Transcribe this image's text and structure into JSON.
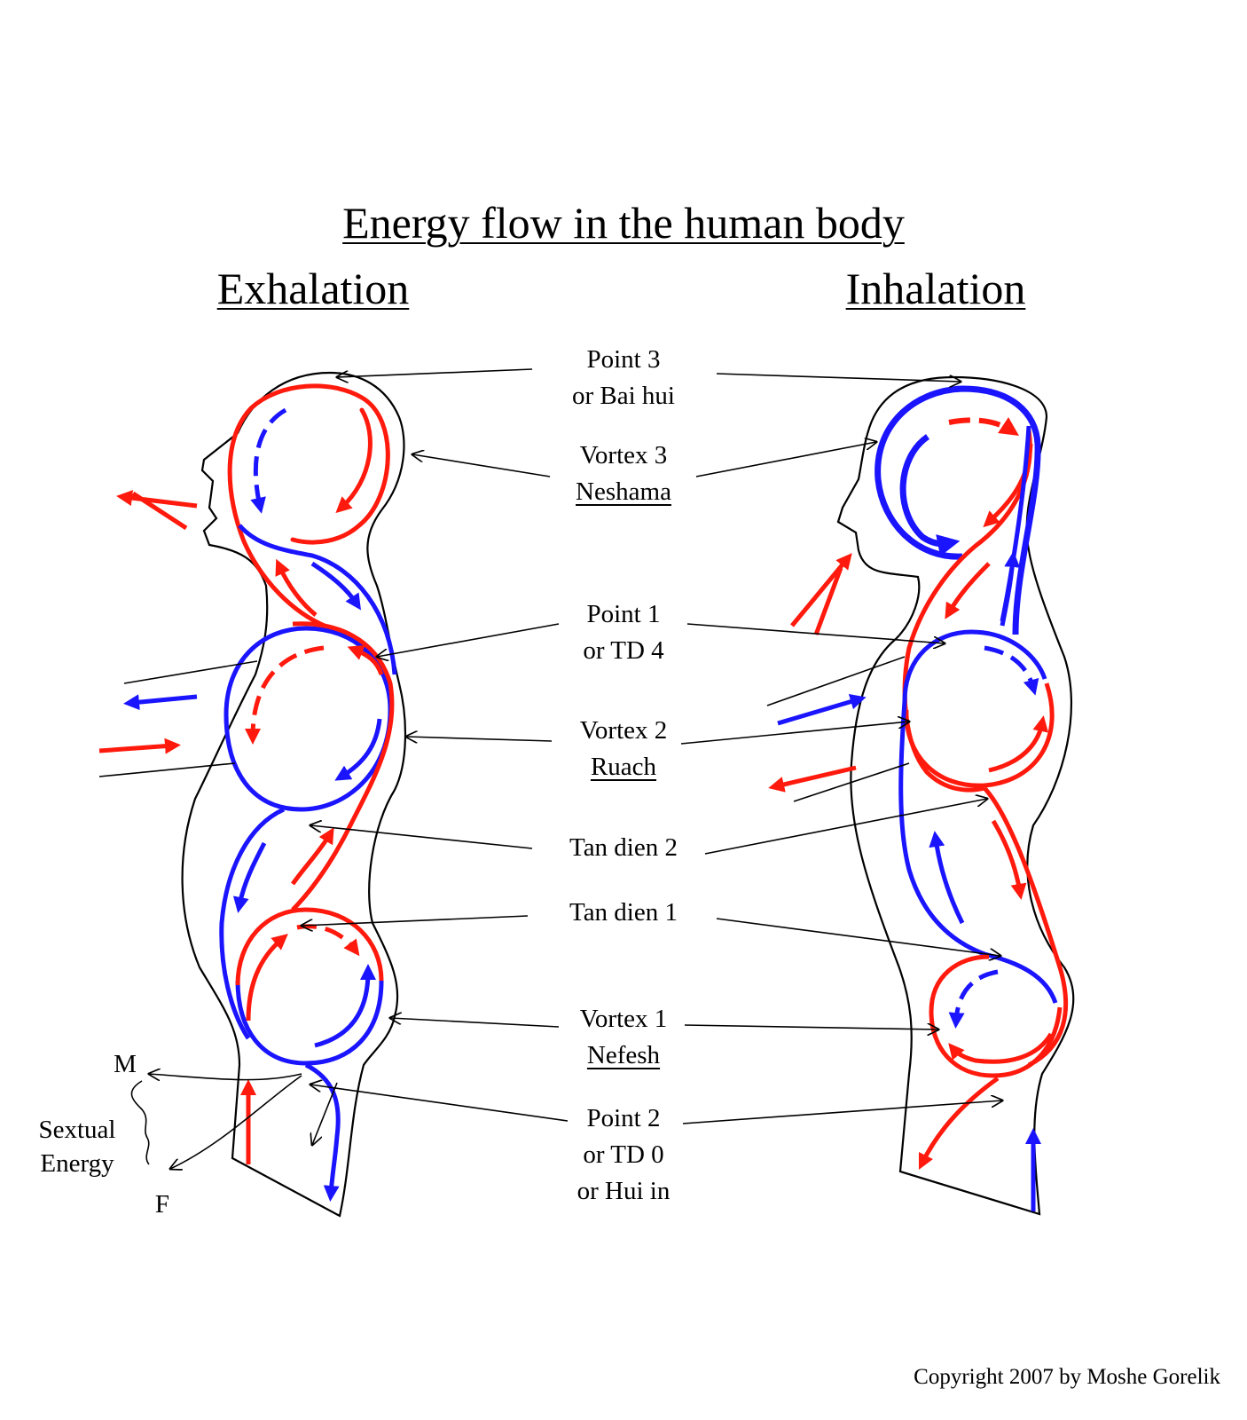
{
  "title": "Energy flow in the human body",
  "exhalation_label": "Exhalation",
  "inhalation_label": "Inhalation",
  "labels": {
    "point3": [
      "Point 3",
      "or Bai hui"
    ],
    "vortex3": [
      "Vortex 3",
      "Neshama"
    ],
    "point1": [
      "Point 1",
      "or TD 4"
    ],
    "vortex2": [
      "Vortex 2",
      "Ruach"
    ],
    "tandien2": "Tan dien 2",
    "tandien1": "Tan dien 1",
    "vortex1": [
      "Vortex 1",
      "Nefesh"
    ],
    "point2": [
      "Point 2",
      "or TD 0",
      "or Hui in"
    ]
  },
  "sextual": {
    "male": "M",
    "female": "F",
    "energy": [
      "Sextual",
      "Energy"
    ]
  },
  "colors": {
    "red": "#ff1a0d",
    "blue": "#1a14ff",
    "outline": "#000000"
  },
  "copyright": "Copyright 2007 by Moshe Gorelik"
}
